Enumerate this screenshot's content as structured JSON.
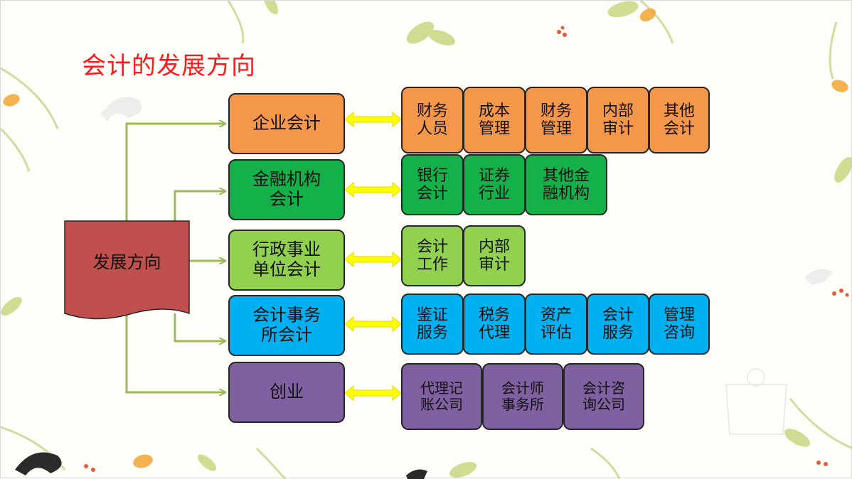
{
  "title": "会计的发展方向",
  "root": {
    "label": "发展方向"
  },
  "categories": [
    {
      "label": "企业会计",
      "items": [
        "财务\n人员",
        "成本\n管理",
        "财务\n管理",
        "内部\n审计",
        "其他\n会计"
      ]
    },
    {
      "label": "金融机构\n会计",
      "items": [
        "银行\n会计",
        "证券\n行业",
        "其他金\n融机构"
      ]
    },
    {
      "label": "行政事业\n单位会计",
      "items": [
        "会计\n工作",
        "内部\n审计"
      ]
    },
    {
      "label": "会计事务\n所会计",
      "items": [
        "鉴证\n服务",
        "税务\n代理",
        "资产\n评估",
        "会计\n服务",
        "管理\n咨询"
      ]
    },
    {
      "label": "创业",
      "items": [
        "代理记\n账公司",
        "会计师\n事务所",
        "会计咨\n询公司"
      ]
    }
  ],
  "colors": {
    "title": "#ff1a1a",
    "root": "#c0504d",
    "connector": "#9bbb59",
    "arrow": "#ffff00",
    "row1": "#f5974a",
    "row2": "#14b14b",
    "row3": "#92d050",
    "row4": "#00b0f0",
    "row5": "#7f61a1"
  }
}
